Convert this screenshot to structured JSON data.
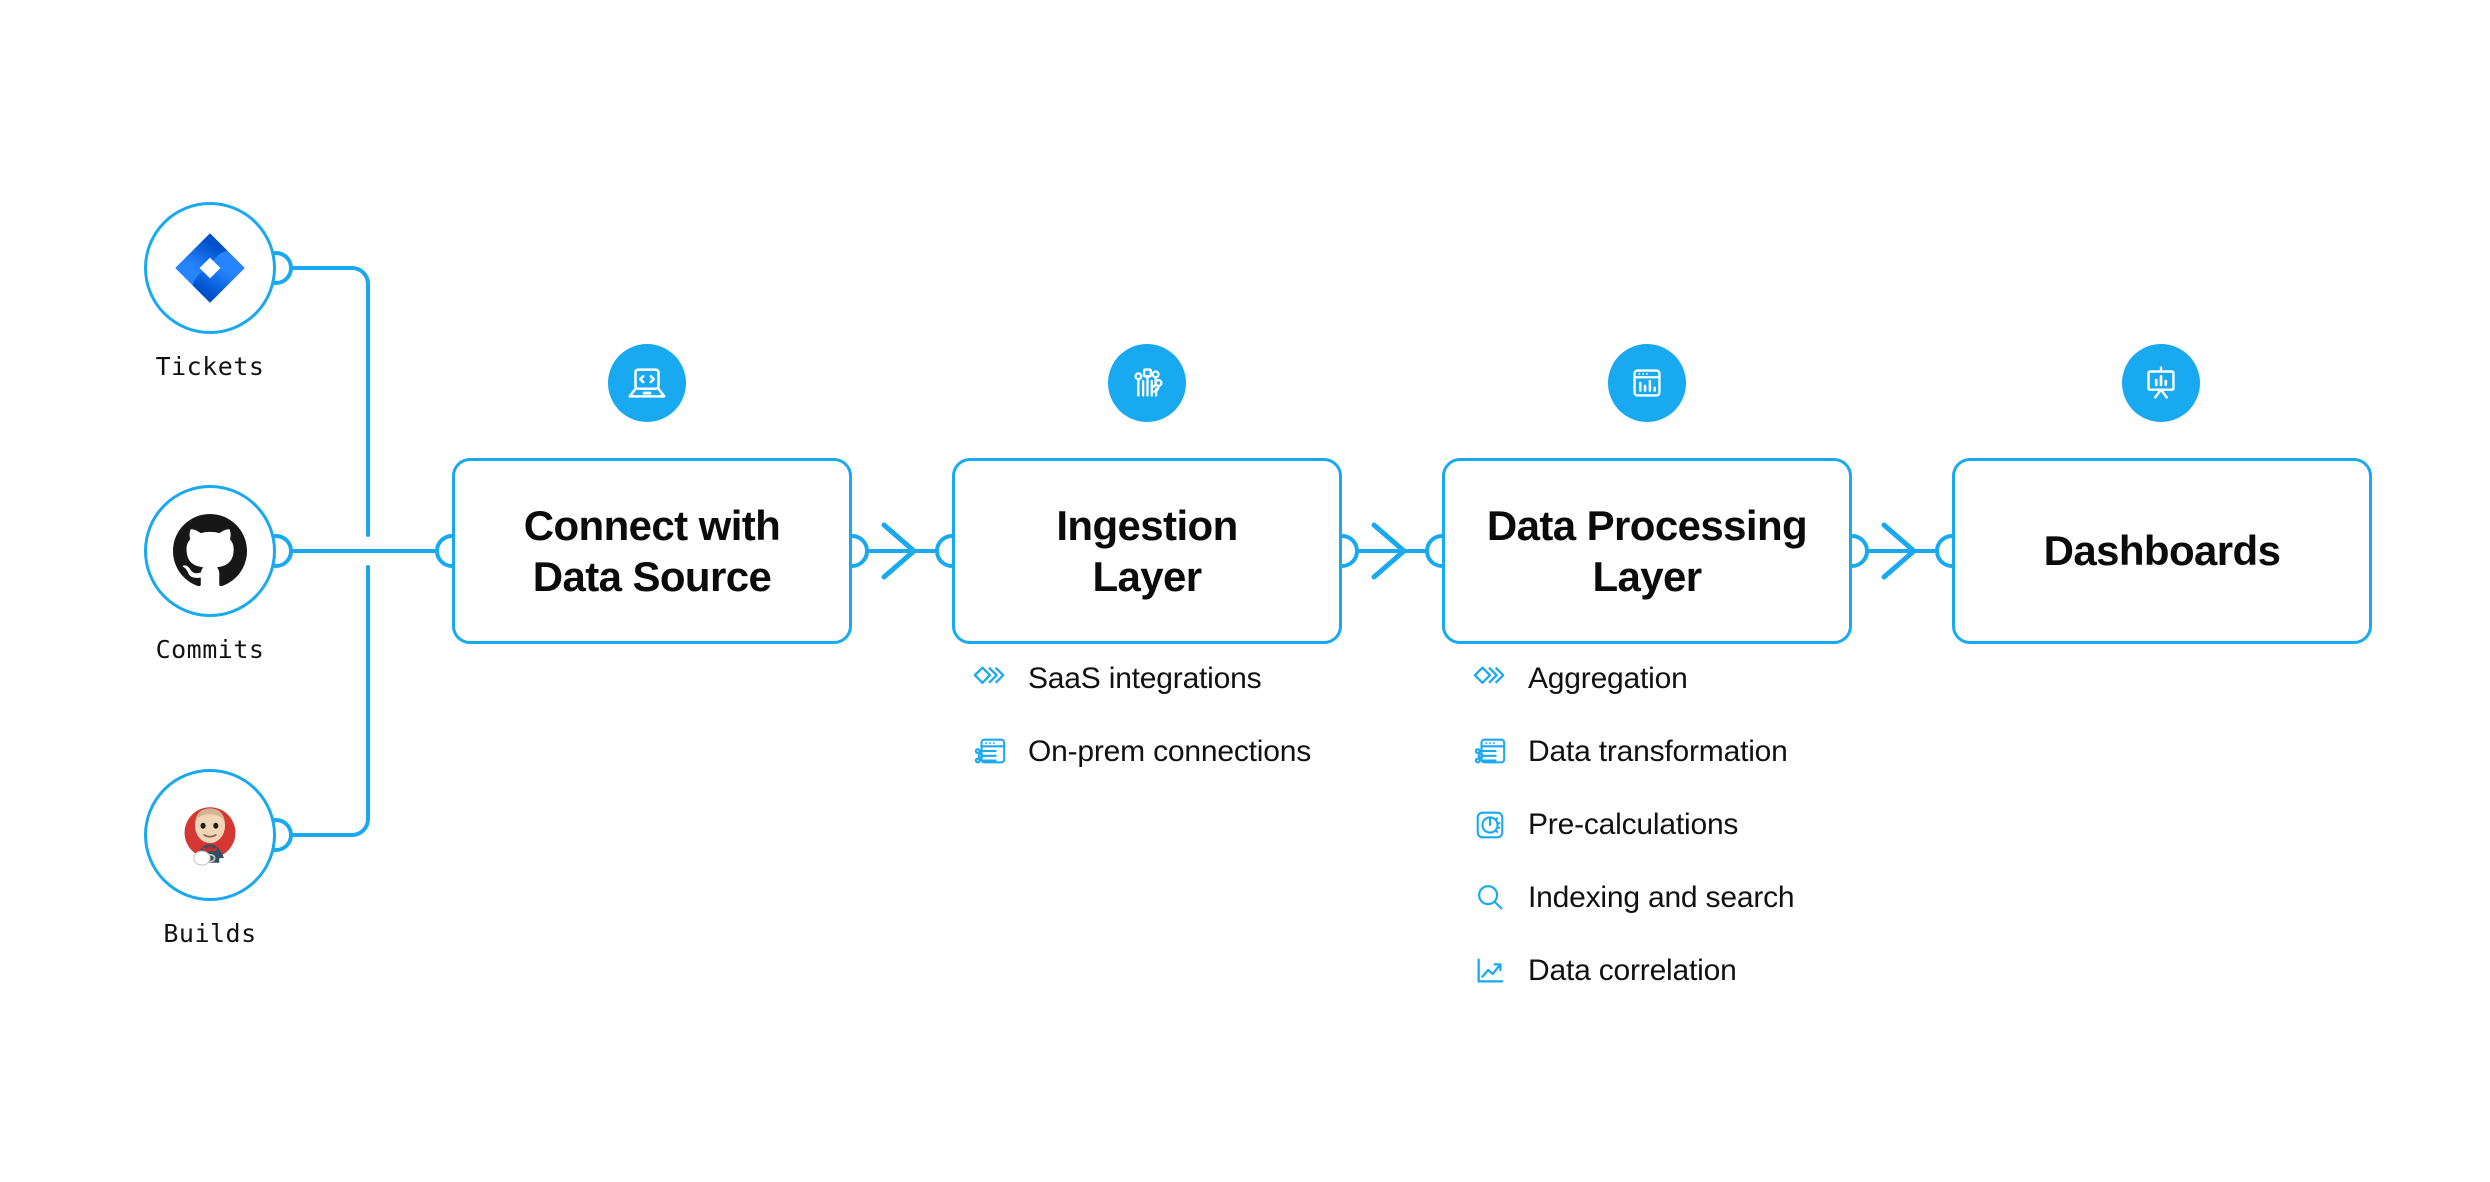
{
  "theme": {
    "accent": "#18A9F0",
    "badge_fill": "#18A9F0",
    "text": "#111111",
    "background": "#FFFFFF",
    "jira_blue": "#2684FF",
    "jira_blue_dark": "#0052CC",
    "github_black": "#181717",
    "jenkins_red": "#D33833"
  },
  "sources": [
    {
      "label": "Tickets",
      "icon": "jira-logo"
    },
    {
      "label": "Commits",
      "icon": "github-logo"
    },
    {
      "label": "Builds",
      "icon": "jenkins-logo"
    }
  ],
  "stages": [
    {
      "title": "Connect with\nData Source",
      "title_lines": [
        "Connect with",
        "Data Source"
      ],
      "badge_icon": "laptop-code-icon",
      "features": []
    },
    {
      "title": "Ingestion\nLayer",
      "title_lines": [
        "Ingestion",
        "Layer"
      ],
      "badge_icon": "circuit-nodes-icon",
      "features": [
        {
          "label": "SaaS integrations",
          "icon": "stacked-chevrons-icon"
        },
        {
          "label": "On-prem connections",
          "icon": "window-sliders-icon"
        }
      ]
    },
    {
      "title": "Data Processing\nLayer",
      "title_lines": [
        "Data Processing",
        "Layer"
      ],
      "badge_icon": "window-barchart-icon",
      "features": [
        {
          "label": "Aggregation",
          "icon": "stacked-chevrons-icon"
        },
        {
          "label": "Data transformation",
          "icon": "window-sliders-icon"
        },
        {
          "label": "Pre-calculations",
          "icon": "gauge-square-icon"
        },
        {
          "label": "Indexing and search",
          "icon": "magnifier-icon"
        },
        {
          "label": "Data correlation",
          "icon": "line-chart-icon"
        }
      ]
    },
    {
      "title": "Dashboards",
      "title_lines": [
        "Dashboards"
      ],
      "badge_icon": "presentation-chart-icon",
      "features": []
    }
  ],
  "connectors": {
    "arrow_icon": "chevron-right-arrow",
    "port_icon": "connector-port-circle",
    "count": 3
  }
}
